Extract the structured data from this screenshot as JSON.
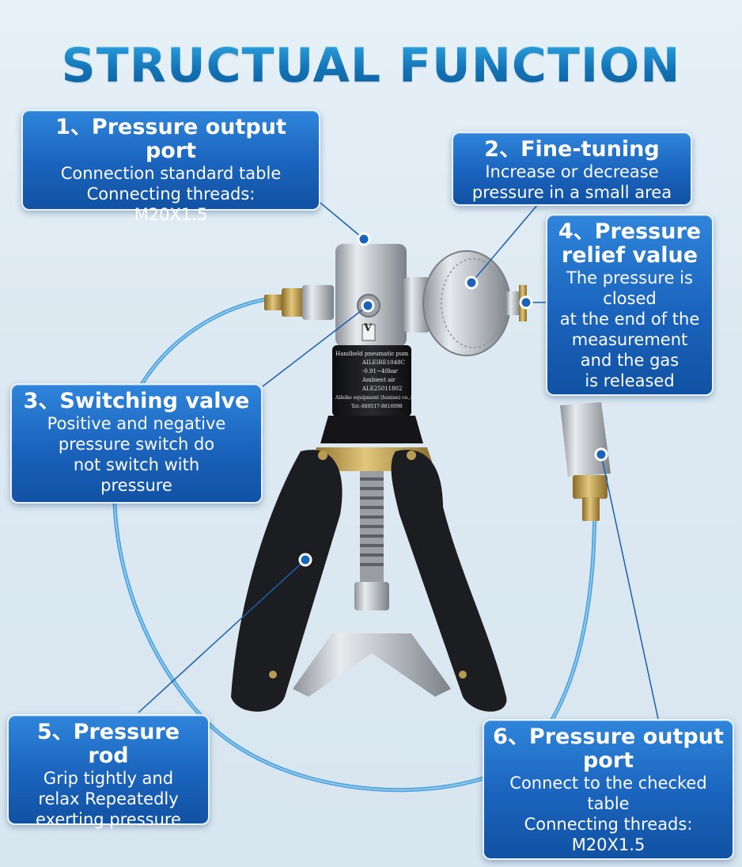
{
  "title": "STRUCTUAL FUNCTION",
  "callouts": [
    {
      "heading": "1、Pressure output port",
      "lines": [
        "Connection standard table",
        "Connecting threads:",
        "M20X1.5"
      ]
    },
    {
      "heading": "2、Fine-tuning",
      "lines": [
        "Increase or decrease",
        "pressure in a small area"
      ]
    },
    {
      "heading": "3、Switching valve",
      "lines": [
        "Positive and negative",
        "pressure switch do",
        "not switch with",
        "pressure"
      ]
    },
    {
      "heading_lines": [
        "4、Pressure",
        "relief value"
      ],
      "lines": [
        "The pressure is",
        "closed",
        "at the end of the",
        "measurement",
        "and the gas",
        "is released"
      ]
    },
    {
      "heading": "5、Pressure rod",
      "lines": [
        "Grip tightly and",
        "relax Repeatedly",
        "exerting pressure"
      ]
    },
    {
      "heading_lines": [
        "6、Pressure output",
        "port"
      ],
      "lines": [
        "Connect to the checked",
        "table",
        "Connecting threads:",
        "M20X1.5"
      ]
    }
  ],
  "product_label": {
    "letter": "V",
    "rows": [
      "Handheld pneumatic pum",
      "AILEIRE1048C",
      "-0.91~40bar",
      "Ambient air",
      "ALE25011802",
      "Aileike equipment (huxian) co.,Lt",
      "Tel:-889517-8816098"
    ]
  },
  "colors": {
    "accent": "#1a63bc",
    "title": "#1c86c6",
    "hose": "#4ea3dc",
    "handle": "#1e1f22",
    "metal": "#c4c8cc"
  }
}
